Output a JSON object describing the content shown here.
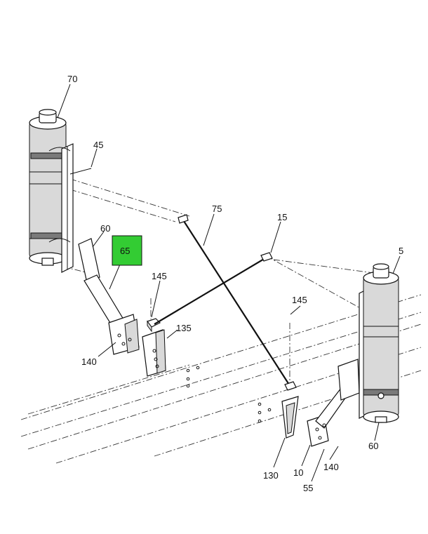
{
  "callouts": {
    "c70": "70",
    "c45": "45",
    "c60_top": "60",
    "c65": "65",
    "c75": "75",
    "c15": "15",
    "c5": "5",
    "c145_left": "145",
    "c135": "135",
    "c140_left": "140",
    "c145_right": "145",
    "c60_bottom": "60",
    "c130": "130",
    "c10": "10",
    "c140_right": "140",
    "c55": "55"
  },
  "highlight": {
    "callout": "65",
    "color": "#33cc33"
  },
  "colors": {
    "line": "#111111",
    "tank_shade": "#d9d9d9",
    "clamp": "#7a7a7a"
  }
}
